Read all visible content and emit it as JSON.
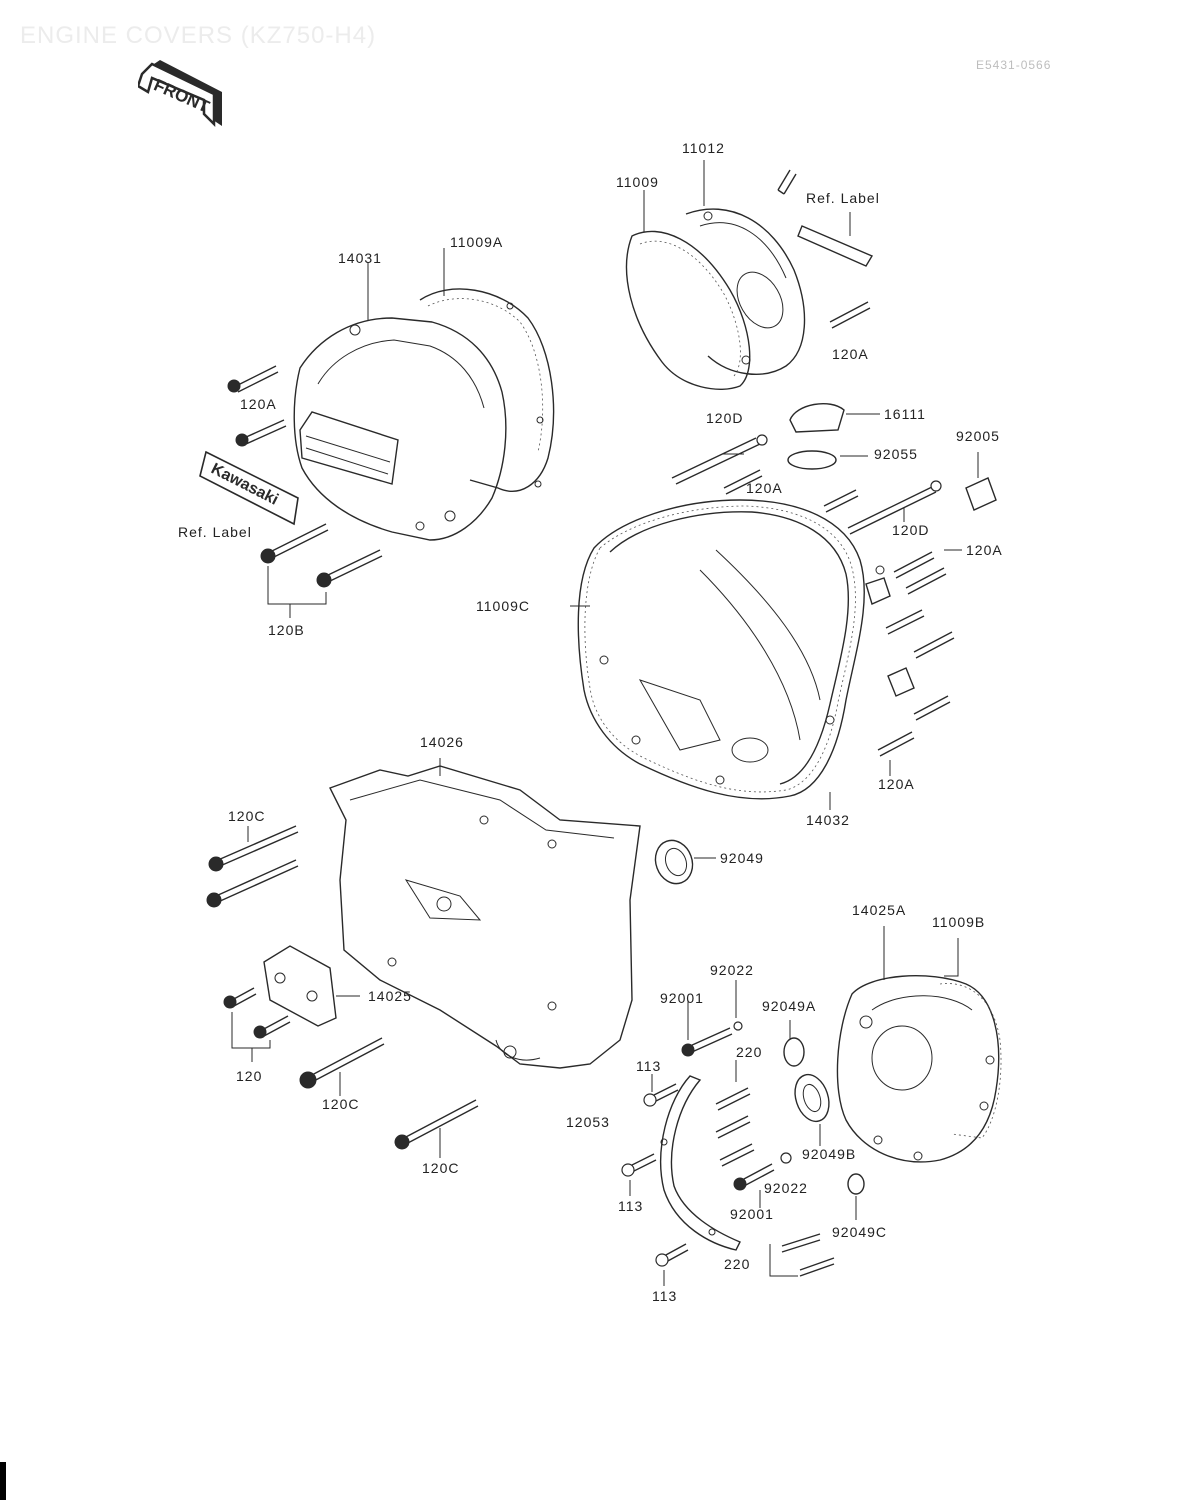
{
  "header": {
    "title": "ENGINE COVERS (KZ750-H4)",
    "figure_code": "E5431-0566",
    "front_label": "FRONT"
  },
  "emblem_text": "Kawasaki",
  "parts": [
    {
      "id": "p1",
      "label": "11012"
    },
    {
      "id": "p2",
      "label": "11009"
    },
    {
      "id": "p3",
      "label": "Ref. Label"
    },
    {
      "id": "p4",
      "label": "14031"
    },
    {
      "id": "p5",
      "label": "11009A"
    },
    {
      "id": "p6",
      "label": "120A"
    },
    {
      "id": "p7",
      "label": "120A"
    },
    {
      "id": "p8",
      "label": "Ref. Label"
    },
    {
      "id": "p9",
      "label": "120B"
    },
    {
      "id": "p10",
      "label": "120D"
    },
    {
      "id": "p11",
      "label": "16111"
    },
    {
      "id": "p12",
      "label": "92055"
    },
    {
      "id": "p13",
      "label": "92005"
    },
    {
      "id": "p14",
      "label": "120A"
    },
    {
      "id": "p15",
      "label": "120D"
    },
    {
      "id": "p16",
      "label": "120A"
    },
    {
      "id": "p17",
      "label": "11009C"
    },
    {
      "id": "p18",
      "label": "120A"
    },
    {
      "id": "p19",
      "label": "14032"
    },
    {
      "id": "p20",
      "label": "14026"
    },
    {
      "id": "p21",
      "label": "120C"
    },
    {
      "id": "p22",
      "label": "92049"
    },
    {
      "id": "p23",
      "label": "14025A"
    },
    {
      "id": "p24",
      "label": "11009B"
    },
    {
      "id": "p25",
      "label": "92022"
    },
    {
      "id": "p26",
      "label": "14025"
    },
    {
      "id": "p27",
      "label": "92001"
    },
    {
      "id": "p28",
      "label": "92049A"
    },
    {
      "id": "p29",
      "label": "120"
    },
    {
      "id": "p30",
      "label": "113"
    },
    {
      "id": "p31",
      "label": "220"
    },
    {
      "id": "p32",
      "label": "120C"
    },
    {
      "id": "p33",
      "label": "12053"
    },
    {
      "id": "p34",
      "label": "92049B"
    },
    {
      "id": "p35",
      "label": "120C"
    },
    {
      "id": "p36",
      "label": "113"
    },
    {
      "id": "p37",
      "label": "92022"
    },
    {
      "id": "p38",
      "label": "92001"
    },
    {
      "id": "p39",
      "label": "92049C"
    },
    {
      "id": "p40",
      "label": "220"
    },
    {
      "id": "p41",
      "label": "113"
    }
  ]
}
